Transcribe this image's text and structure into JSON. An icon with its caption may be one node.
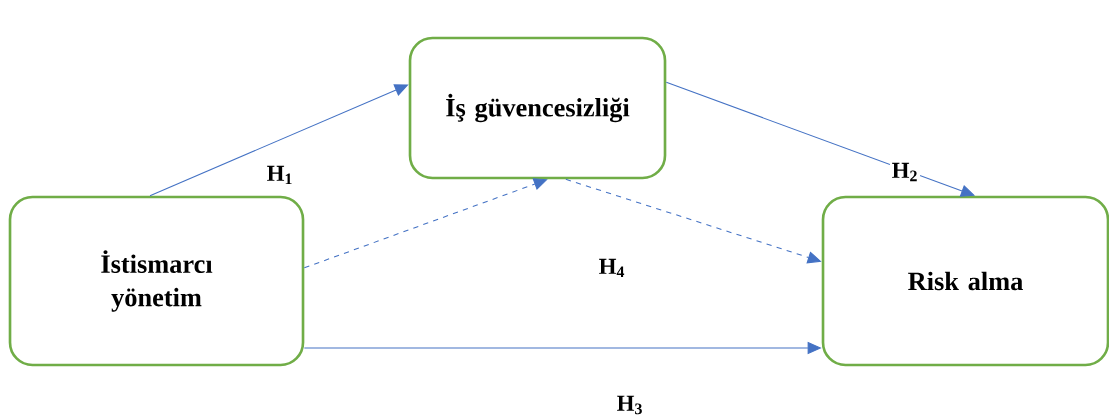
{
  "diagram": {
    "nodes": [
      {
        "text": [
          "İş güvencesizliği"
        ]
      },
      {
        "text": [
          "İstismarcı yönetim"
        ]
      },
      {
        "text": [
          "Risk alma"
        ]
      }
    ],
    "edges": [
      {
        "from": 1,
        "to": 0,
        "arrow": "to",
        "label": "H$_{1}$"
      },
      {
        "from": 0,
        "to": 2,
        "arrow": "to",
        "label": "H$_{2}$"
      },
      {
        "from": 1,
        "to": 2,
        "arrow": "to",
        "label": "H$_{3}$"
      },
      {
        "from": 1,
        "to": 0,
        "arrow": "to",
        "style": "dashed",
        "label": "H$_{4}$"
      },
      {
        "from": 0,
        "to": 2,
        "arrow": "to",
        "style": "dashed"
      }
    ]
  }
}
